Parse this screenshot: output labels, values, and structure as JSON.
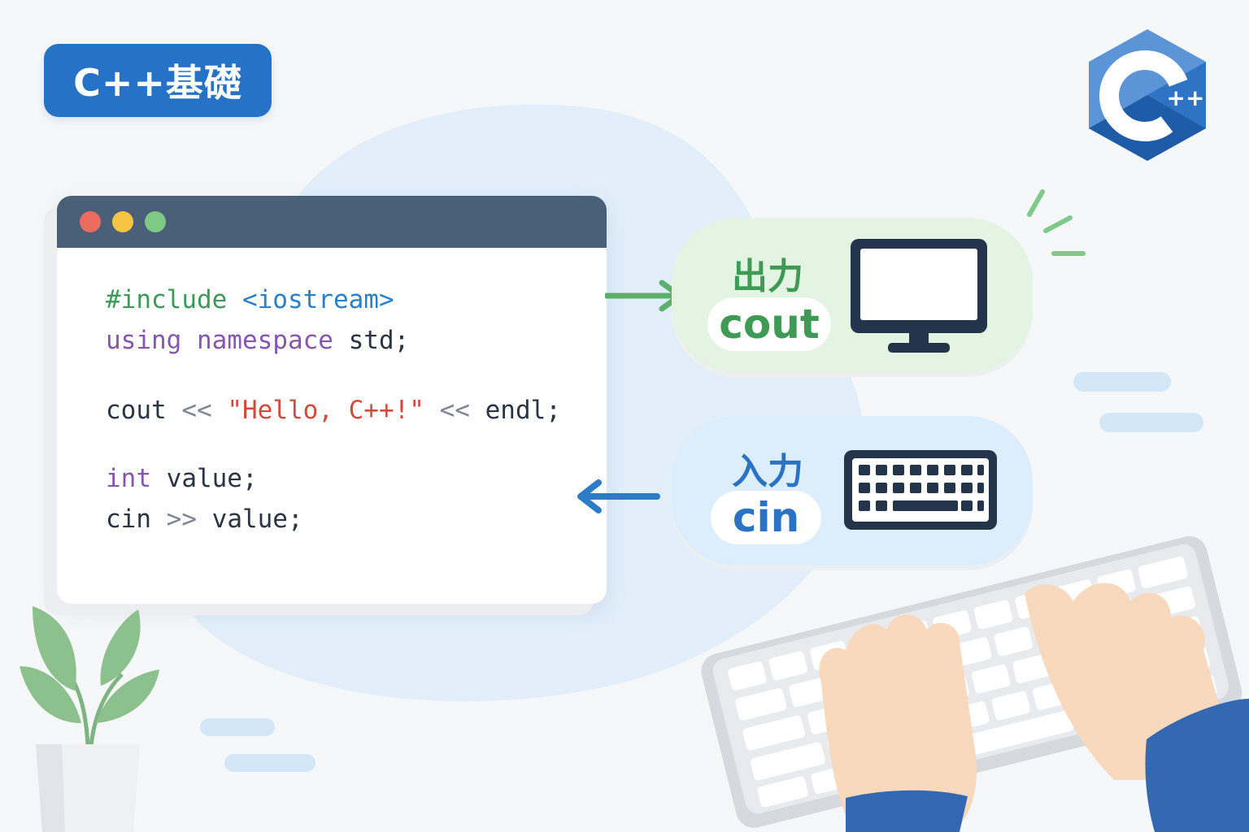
{
  "badge": {
    "label": "C++基礎"
  },
  "logo": {
    "plus_text": "++"
  },
  "code_window": {
    "dots": [
      "#ee6b5f",
      "#f7c544",
      "#7ec984"
    ],
    "lines": [
      {
        "parts": [
          {
            "t": "#include ",
            "c": "green"
          },
          {
            "t": "<iostream>",
            "c": "blue"
          }
        ]
      },
      {
        "parts": [
          {
            "t": "using ",
            "c": "purple"
          },
          {
            "t": "namespace ",
            "c": "purple"
          },
          {
            "t": "std;",
            "c": "default"
          }
        ]
      },
      {
        "parts": [
          {
            "t": "cout ",
            "c": "default"
          },
          {
            "t": "<< ",
            "c": "gray"
          },
          {
            "t": "\"Hello, C++!\"",
            "c": "red"
          },
          {
            "t": " << ",
            "c": "gray"
          },
          {
            "t": "endl;",
            "c": "default"
          }
        ]
      },
      {
        "parts": [
          {
            "t": "int ",
            "c": "purple"
          },
          {
            "t": "value;",
            "c": "default"
          }
        ]
      },
      {
        "parts": [
          {
            "t": "cin ",
            "c": "default"
          },
          {
            "t": ">> ",
            "c": "gray"
          },
          {
            "t": "value;",
            "c": "default"
          }
        ]
      }
    ]
  },
  "output": {
    "label": "出力",
    "word": "cout",
    "color": "#3f9a56"
  },
  "input": {
    "label": "入力",
    "word": "cin",
    "color": "#2a72c4"
  },
  "icons": {
    "monitor": "monitor-icon",
    "keyboard": "keyboard-icon",
    "arrow_right": "arrow-right-icon",
    "arrow_left": "arrow-left-icon",
    "plant": "plant-icon",
    "hands": "hands-typing-illustration"
  }
}
